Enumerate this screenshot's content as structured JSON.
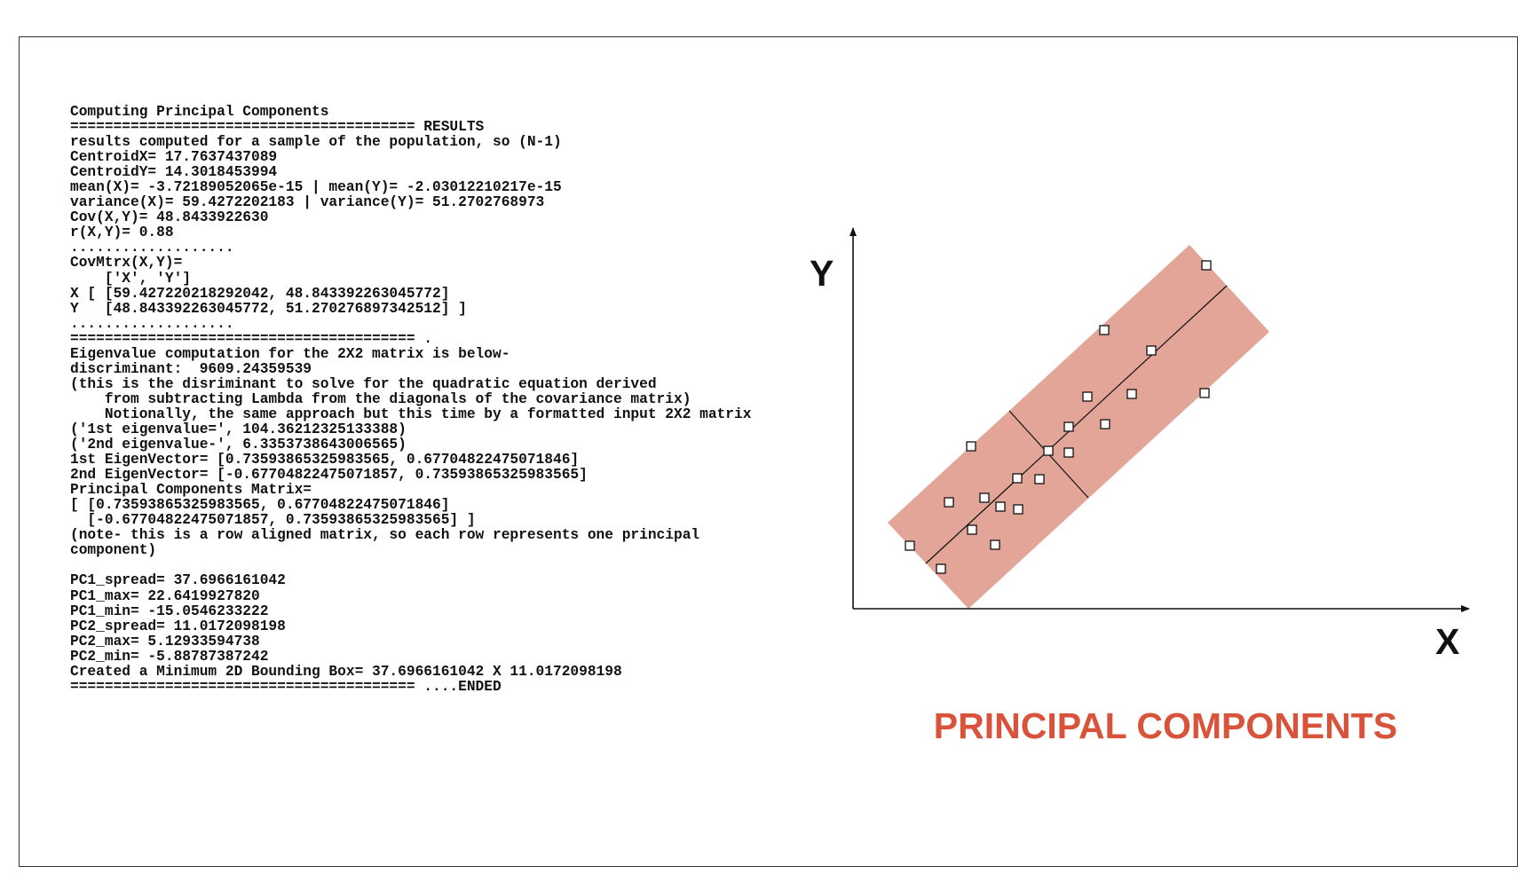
{
  "console_lines": [
    "Computing Principal Components",
    "======================================== RESULTS",
    "results computed for a sample of the population, so (N-1)",
    "CentroidX= 17.7637437089",
    "CentroidY= 14.3018453994",
    "mean(X)= -3.72189052065e-15 | mean(Y)= -2.03012210217e-15",
    "variance(X)= 59.4272202183 | variance(Y)= 51.2702768973",
    "Cov(X,Y)= 48.8433922630",
    "r(X,Y)= 0.88",
    "...................",
    "CovMtrx(X,Y)=",
    "    ['X', 'Y']",
    "X [ [59.427220218292042, 48.843392263045772]",
    "Y   [48.843392263045772, 51.270276897342512] ]",
    "...................",
    "======================================== .",
    "Eigenvalue computation for the 2X2 matrix is below-",
    "discriminant:  9609.24359539",
    "(this is the disriminant to solve for the quadratic equation derived",
    "    from subtracting Lambda from the diagonals of the covariance matrix)",
    "    Notionally, the same approach but this time by a formatted input 2X2 matrix",
    "('1st eigenvalue=', 104.36212325133388)",
    "('2nd eigenvalue-', 6.3353738643006565)",
    "1st EigenVector= [0.73593865325983565, 0.67704822475071846]",
    "2nd EigenVector= [-0.67704822475071857, 0.73593865325983565]",
    "Principal Components Matrix=",
    "[ [0.73593865325983565, 0.67704822475071846]",
    "  [-0.67704822475071857, 0.73593865325983565] ]",
    "(note- this is a row aligned matrix, so each row represents one principal",
    "component)",
    "",
    "PC1_spread= 37.6966161042",
    "PC1_max= 22.6419927820",
    "PC1_min= -15.0546233222",
    "PC2_spread= 11.0172098198",
    "PC2_max= 5.12933594738",
    "PC2_min= -5.88787387242",
    "Created a Minimum 2D Bounding Box= 37.6966161042 X 11.0172098198",
    "======================================== ....ENDED"
  ],
  "diagram": {
    "y_axis_label": "Y",
    "x_axis_label": "X",
    "caption": "PRINCIPAL COMPONENTS",
    "caption_color": "#d9533a",
    "box_fill_color": "#e2a597",
    "axis_color": "#111111",
    "point_icon": "open-square-marker"
  }
}
